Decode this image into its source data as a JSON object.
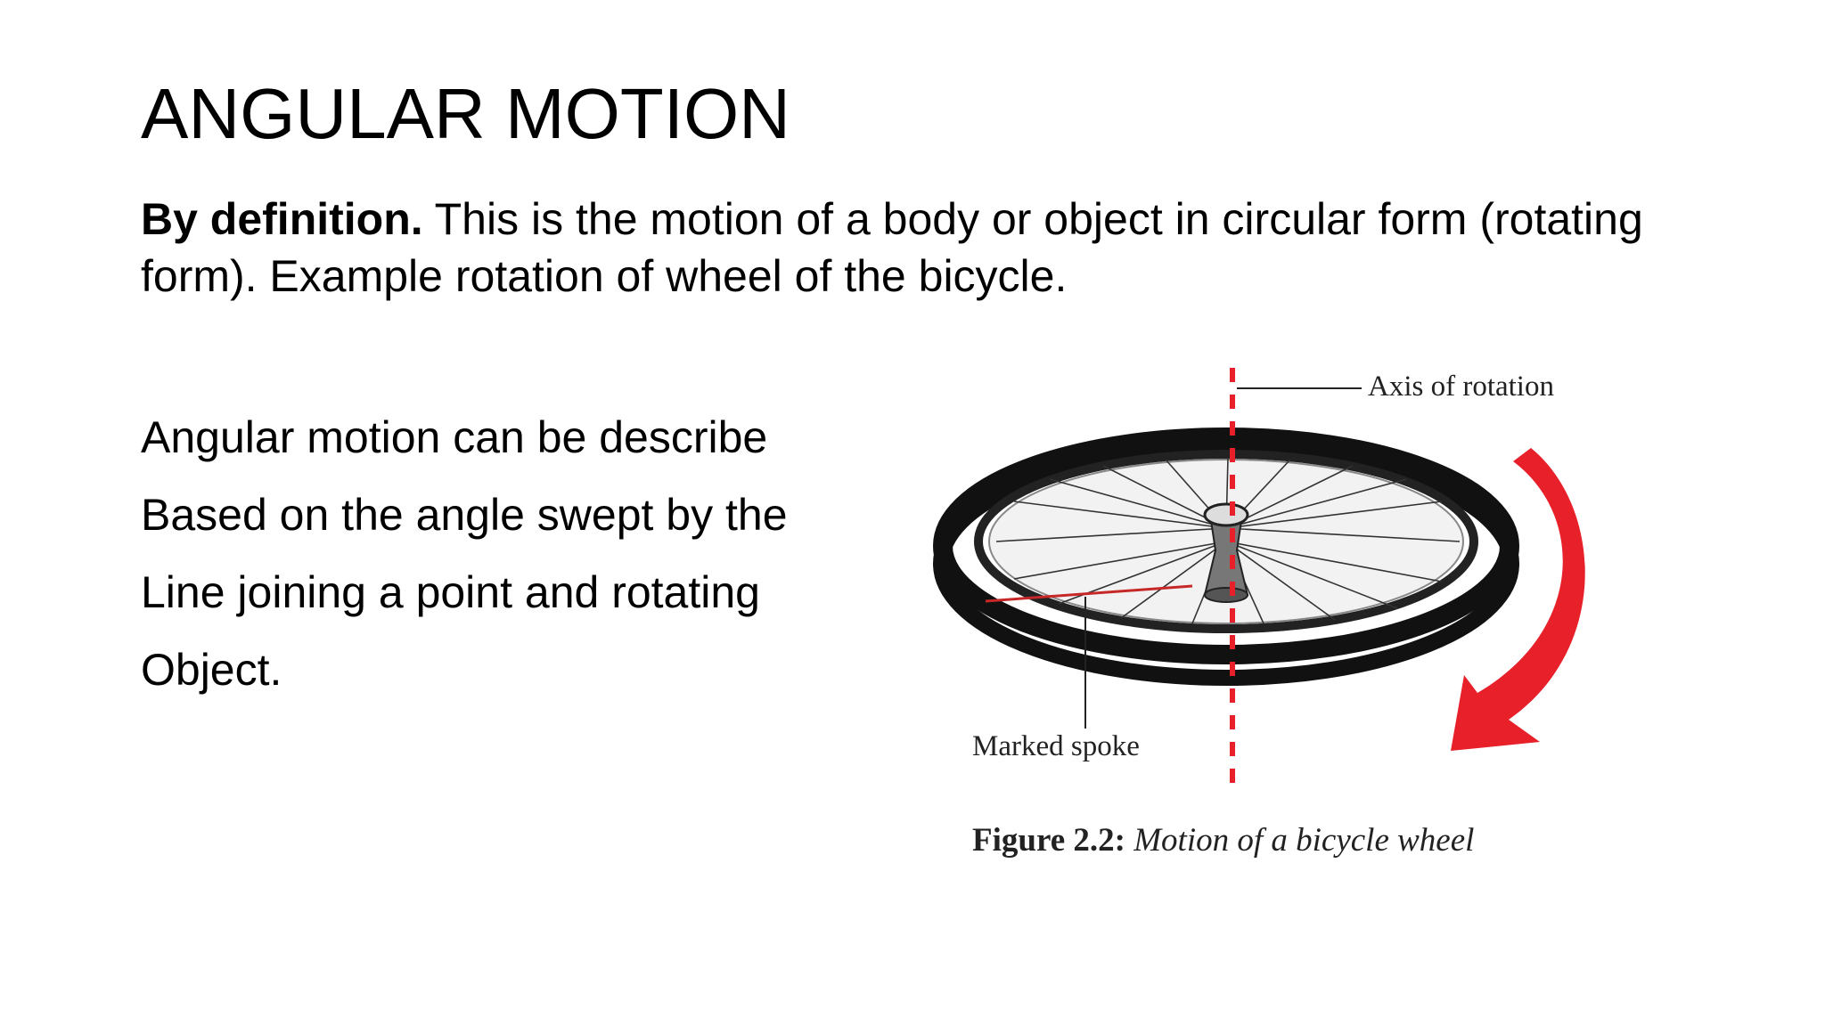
{
  "slide": {
    "title": "ANGULAR MOTION",
    "definition": {
      "lead": "By definition.",
      "text": " This is the motion of a body or object in circular form (rotating form).  Example rotation of wheel of the bicycle."
    },
    "body_lines": [
      "Angular motion  can be describe",
      "Based on the angle swept by the",
      "Line joining a point and rotating",
      "Object."
    ]
  },
  "figure": {
    "axis_label": "Axis of rotation",
    "spoke_label": "Marked spoke",
    "caption_number": "Figure 2.2:",
    "caption_text": " Motion of a bicycle wheel",
    "colors": {
      "axis": "#e8202a",
      "arrow": "#e8202a",
      "tire": "#111111",
      "marked_spoke": "#c62828"
    },
    "icons": [
      "bicycle-wheel-illustration",
      "rotation-arrow-icon",
      "axis-line"
    ]
  }
}
